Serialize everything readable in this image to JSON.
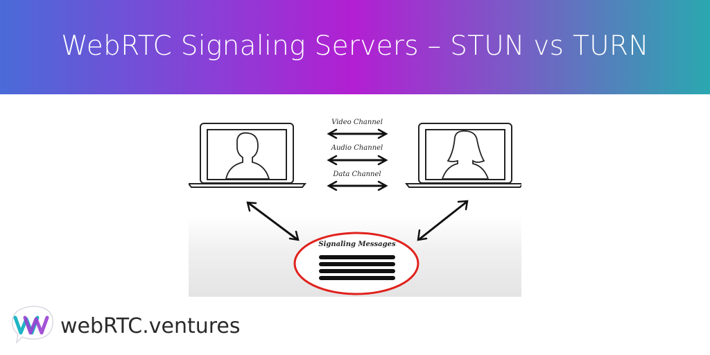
{
  "banner": {
    "title": "WebRTC Signaling Servers – STUN vs TURN"
  },
  "diagram": {
    "channels": [
      "Video Channel",
      "Audio Channel",
      "Data Channel"
    ],
    "server_label": "Signaling Messages"
  },
  "logo": {
    "text": "webRTC.ventures"
  },
  "colors": {
    "signaling_ring": "#e0211c",
    "logo_teal": "#1fb5c4",
    "logo_purple": "#9a3fd1"
  }
}
